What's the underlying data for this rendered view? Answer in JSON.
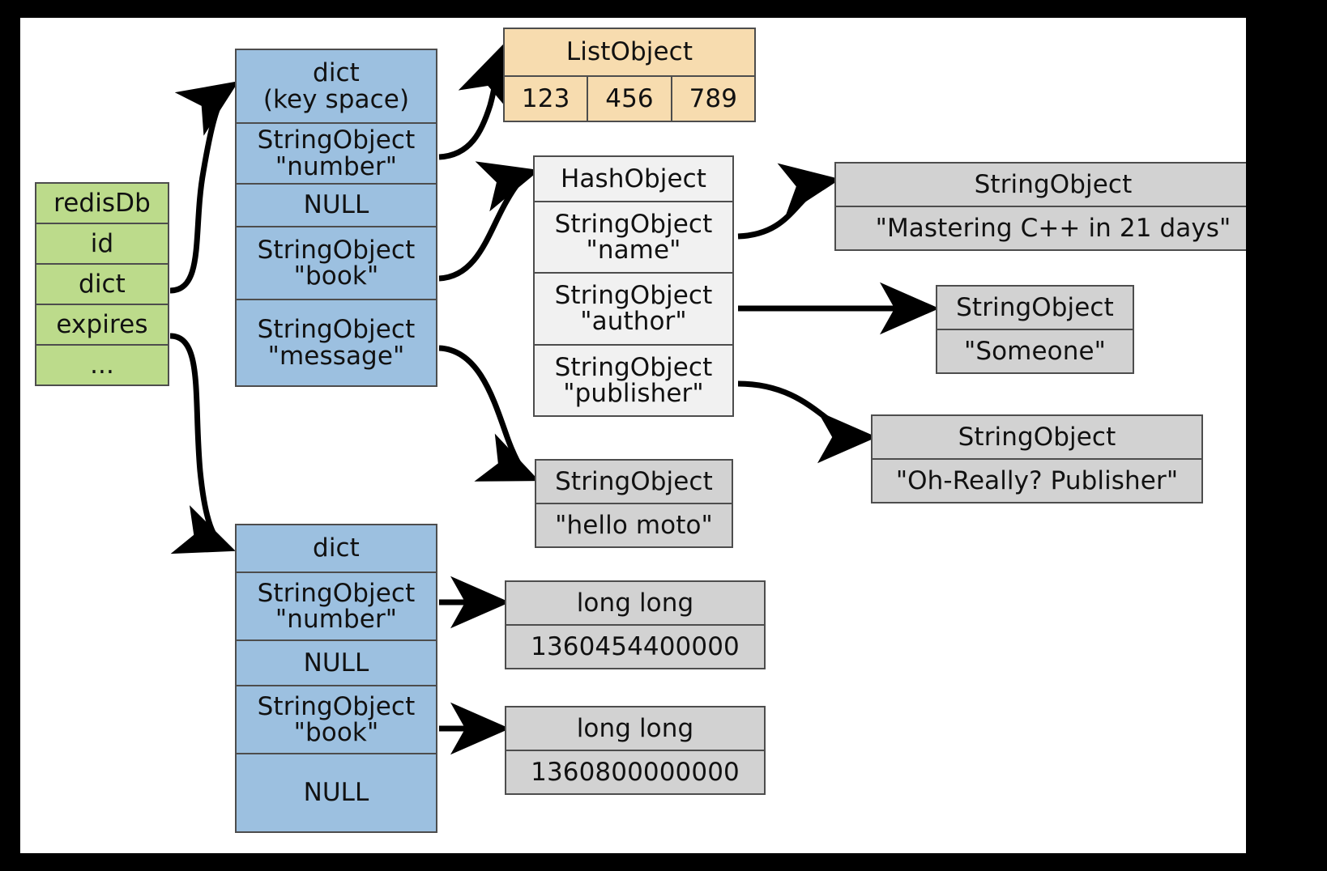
{
  "diagram": {
    "title": "redisDb key space object graph",
    "colors": {
      "redisdb_fill": "#bcdb8b",
      "dict_fill": "#9cc0e0",
      "listobject_fill": "#f7dcaf",
      "hashobject_fill": "#f1f1f1",
      "stringobject_fill": "#d2d2d2",
      "border": "#4d4d4d",
      "background": "#ffffff",
      "frame": "#000000"
    }
  },
  "nodes": {
    "redisdb": {
      "name": "redisDb",
      "rows": [
        "redisDb",
        "id",
        "dict",
        "expires",
        "..."
      ]
    },
    "keyspace_dict": {
      "name": "dict (key space)",
      "rows": [
        "dict\n(key space)",
        "StringObject\n\"number\"",
        "NULL",
        "StringObject\n\"book\"",
        "StringObject\n\"message\""
      ]
    },
    "list_object": {
      "header": "ListObject",
      "items": [
        "123",
        "456",
        "789"
      ]
    },
    "hash_object": {
      "header": "HashObject",
      "rows": [
        "StringObject\n\"name\"",
        "StringObject\n\"author\"",
        "StringObject\n\"publisher\""
      ]
    },
    "string_name_value": {
      "header": "StringObject",
      "value": "\"Mastering C++ in 21 days\""
    },
    "string_author_value": {
      "header": "StringObject",
      "value": "\"Someone\""
    },
    "string_publisher_value": {
      "header": "StringObject",
      "value": "\"Oh-Really? Publisher\""
    },
    "string_message_value": {
      "header": "StringObject",
      "value": "\"hello moto\""
    },
    "expires_dict": {
      "name": "dict",
      "rows": [
        "dict",
        "StringObject\n\"number\"",
        "NULL",
        "StringObject\n\"book\"",
        "NULL"
      ]
    },
    "longlong_number": {
      "header": "long long",
      "value": "1360454400000"
    },
    "longlong_book": {
      "header": "long long",
      "value": "1360800000000"
    }
  }
}
